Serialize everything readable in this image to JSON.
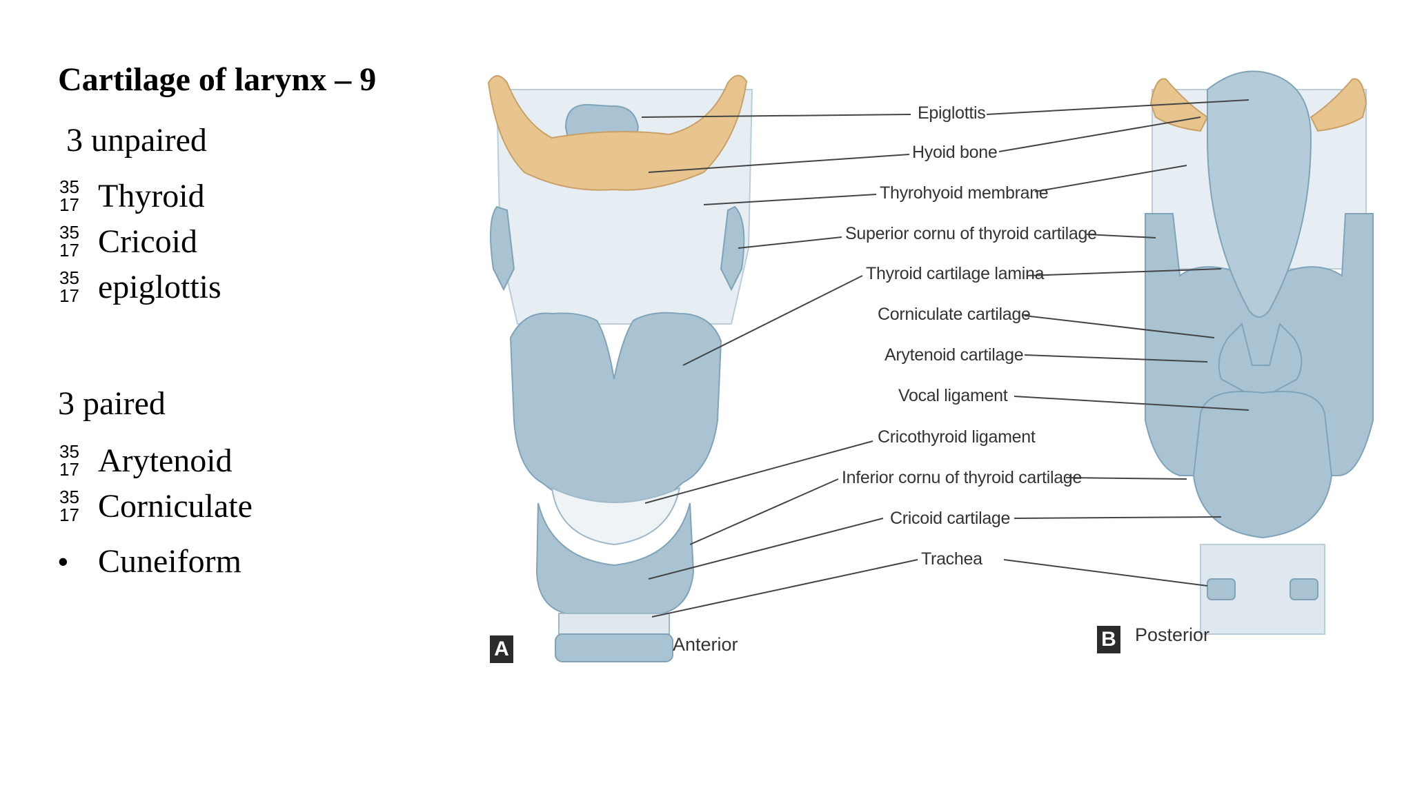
{
  "title": "Cartilage of larynx – 9",
  "unpaired": {
    "heading": "3 unpaired",
    "items": [
      {
        "marker": [
          "35",
          "17"
        ],
        "label": "Thyroid"
      },
      {
        "marker": [
          "35",
          "17"
        ],
        "label": "Cricoid"
      },
      {
        "marker": [
          "35",
          "17"
        ],
        "label": "epiglottis"
      }
    ]
  },
  "paired": {
    "heading": "3 paired",
    "items": [
      {
        "marker": [
          "35",
          "17"
        ],
        "label": "Arytenoid"
      },
      {
        "marker": [
          "35",
          "17"
        ],
        "label": "Corniculate"
      },
      {
        "marker": "•",
        "label": "Cuneiform"
      }
    ]
  },
  "diagram": {
    "labels": [
      "Epiglottis",
      "Hyoid bone",
      "Thyrohyoid membrane",
      "Superior cornu of thyroid cartilage",
      "Thyroid cartilage lamina",
      "Corniculate cartilage",
      "Arytenoid cartilage",
      "Vocal ligament",
      "Cricothyroid ligament",
      "Inferior cornu of thyroid cartilage",
      "Cricoid cartilage",
      "Trachea"
    ],
    "panel_a": {
      "letter": "A",
      "view": "Anterior"
    },
    "panel_b": {
      "letter": "B",
      "view": "Posterior"
    },
    "colors": {
      "cartilage": "#a9c3d3",
      "cartilage_dark": "#7fa3b9",
      "membrane": "#e7eef3",
      "bone": "#e8c48e",
      "bone_edge": "#c9a066",
      "leader": "#444444"
    }
  }
}
